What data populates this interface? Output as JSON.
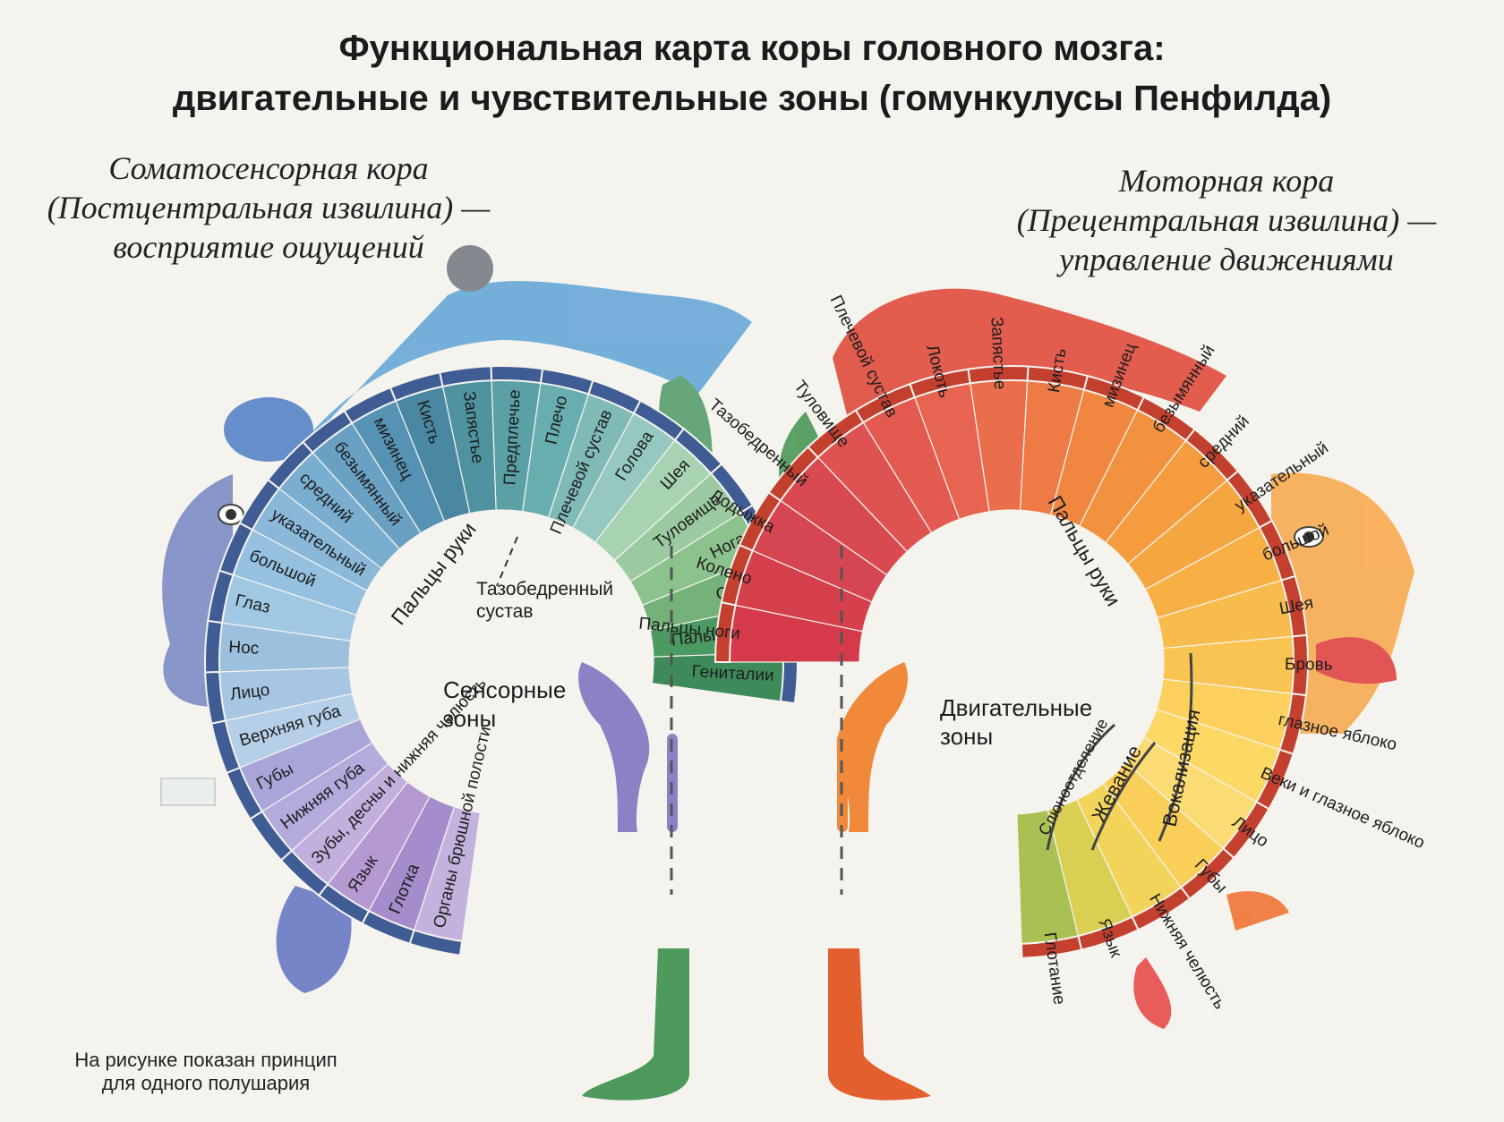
{
  "title": {
    "line1": "Функциональная карта коры головного мозга:",
    "line2": "двигательные и чувствительные зоны (гомункулусы Пенфилда)"
  },
  "sensory": {
    "caption": {
      "line1": "Соматосенсорная кора",
      "line2": "(Постцентральная извилина) —",
      "line3": "восприятие ощущений"
    },
    "center_label": {
      "line1": "Сенсорные",
      "line2": "зоны"
    },
    "hip_joint_label": {
      "line1": "Тазобедренный",
      "line2": "сустав"
    },
    "fingers_group_label": "Пальцы руки",
    "regions": [
      {
        "label": "Гениталии",
        "color": "#3e8a5a"
      },
      {
        "label": "Пальцы ноги",
        "color": "#4b9a62"
      },
      {
        "label": "Стопа",
        "color": "#74b279"
      },
      {
        "label": "Нога",
        "color": "#8cc28c"
      },
      {
        "label": "Туловище",
        "color": "#9ccaa0"
      },
      {
        "label": "Шея",
        "color": "#a8d3b2"
      },
      {
        "label": "Голова",
        "color": "#94c8c0"
      },
      {
        "label": "Плечевой сустав",
        "color": "#7fbab6"
      },
      {
        "label": "Плечо",
        "color": "#68aeae"
      },
      {
        "label": "Предплечье",
        "color": "#5aa0a4"
      },
      {
        "label": "Запястье",
        "color": "#4f93a0"
      },
      {
        "label": "Кисть",
        "color": "#4a88a2"
      },
      {
        "label": "мизинец",
        "color": "#5592b4"
      },
      {
        "label": "безымянный",
        "color": "#6aa0c2"
      },
      {
        "label": "средний",
        "color": "#7aaed0"
      },
      {
        "label": "указательный",
        "color": "#89b8d8"
      },
      {
        "label": "большой",
        "color": "#96c0df"
      },
      {
        "label": "Глаз",
        "color": "#a0c8e2"
      },
      {
        "label": "Нос",
        "color": "#9cc0de"
      },
      {
        "label": "Лицо",
        "color": "#a6c6e4"
      },
      {
        "label": "Верхняя губа",
        "color": "#b6cfe8"
      },
      {
        "label": "Губы",
        "color": "#a8a6d8"
      },
      {
        "label": "Нижняя губа",
        "color": "#b4aadb"
      },
      {
        "label": "Зубы, десны и нижняя челюсть",
        "color": "#c2afdd"
      },
      {
        "label": "Язык",
        "color": "#b59ad2"
      },
      {
        "label": "Глотка",
        "color": "#a58ccb"
      },
      {
        "label": "Органы брюшной полости",
        "color": "#c4b2de"
      }
    ]
  },
  "motor": {
    "caption": {
      "line1": "Моторная кора",
      "line2": "(Прецентральная извилина) —",
      "line3": "управление движениями"
    },
    "center_label": {
      "line1": "Двигательные",
      "line2": "зоны"
    },
    "fingers_group_label": "Пальцы руки",
    "regions": [
      {
        "label": "Пальцы ноги",
        "color": "#d43a4a"
      },
      {
        "label": "Колено",
        "color": "#d6404c"
      },
      {
        "label": "Лодыжка",
        "color": "#d54652"
      },
      {
        "label": "Тазобедренный",
        "color": "#d94a50"
      },
      {
        "label": "Туловище",
        "color": "#de5252"
      },
      {
        "label": "Плечевой сустав",
        "color": "#e25a50"
      },
      {
        "label": "Локоть",
        "color": "#e66450"
      },
      {
        "label": "Запястье",
        "color": "#ea6e4c"
      },
      {
        "label": "Кисть",
        "color": "#ee7a46"
      },
      {
        "label": "мизинец",
        "color": "#f08640"
      },
      {
        "label": "безымянный",
        "color": "#f2923e"
      },
      {
        "label": "средний",
        "color": "#f49c3e"
      },
      {
        "label": "указательный",
        "color": "#f6a640"
      },
      {
        "label": "большой",
        "color": "#f7b044"
      },
      {
        "label": "Шея",
        "color": "#f8bc4c"
      },
      {
        "label": "Бровь",
        "color": "#fac452"
      },
      {
        "label": "глазное яблоко",
        "color": "#fbd05c"
      },
      {
        "label": "Веки и глазное яблоко",
        "color": "#fcd864"
      },
      {
        "label": "Лицо",
        "color": "#fbdc74"
      },
      {
        "label": "Губы",
        "color": "#f9cf5a"
      },
      {
        "label": "Нижняя челюсть",
        "color": "#f3d45a"
      },
      {
        "label": "Язык",
        "color": "#d9cf52"
      },
      {
        "label": "Глотание",
        "color": "#a9c052"
      }
    ],
    "arrows": {
      "salivation": "Слюноотделение",
      "chewing": "Жевание",
      "vocalization": "Вокализация"
    }
  },
  "footnote": {
    "line1": "На рисунке показан принцип",
    "line2": "для одного полушария"
  },
  "colors": {
    "sensory_outer": "#3f5c94",
    "motor_outer": "#c4402e",
    "sensory_leg": "#4e9a5c",
    "motor_leg": "#e3602e"
  }
}
